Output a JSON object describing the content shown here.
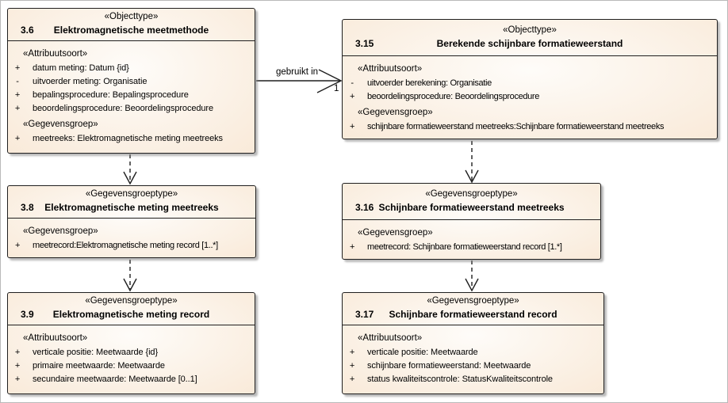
{
  "diagram": {
    "colors": {
      "box_fill_light": "#fefcf9",
      "box_fill_dark": "#f4dfcb",
      "border": "#1f1f1f",
      "shadow": "#828282"
    },
    "connector": {
      "label": "gebruikt in",
      "multiplicity": "1"
    },
    "boxes": [
      {
        "stereotype": "«Objecttype»",
        "number": "3.6",
        "title": "Elektromagnetische meetmethode",
        "sections": [
          {
            "label": "«Attribuutsoort»",
            "attrs": [
              {
                "vis": "+",
                "text": "datum meting: Datum {id}"
              },
              {
                "vis": "-",
                "text": "uitvoerder meting: Organisatie"
              },
              {
                "vis": "+",
                "text": "bepalingsprocedure: Bepalingsprocedure"
              },
              {
                "vis": "+",
                "text": "beoordelingsprocedure: Beoordelingsprocedure"
              }
            ]
          },
          {
            "label": "«Gegevensgroep»",
            "attrs": [
              {
                "vis": "+",
                "text": "meetreeks: Elektromagnetische meting meetreeks"
              }
            ]
          }
        ]
      },
      {
        "stereotype": "«Objecttype»",
        "number": "3.15",
        "title": "Berekende schijnbare formatieweerstand",
        "sections": [
          {
            "label": "«Attribuutsoort»",
            "attrs": [
              {
                "vis": "-",
                "text": "uitvoerder berekening: Organisatie"
              },
              {
                "vis": "+",
                "text": "beoordelingsprocedure: Beoordelingsprocedure"
              }
            ]
          },
          {
            "label": "«Gegevensgroep»",
            "attrs": [
              {
                "vis": "+",
                "text": "schijnbare formatieweerstand meetreeks:Schijnbare formatieweerstand meetreeks"
              }
            ]
          }
        ]
      },
      {
        "stereotype": "«Gegevensgroeptype»",
        "number": "3.8",
        "title": "Elektromagnetische meting meetreeks",
        "sections": [
          {
            "label": "«Gegevensgroep»",
            "attrs": [
              {
                "vis": "+",
                "text": "meetrecord:Elektromagnetische meting record [1..*]"
              }
            ]
          }
        ]
      },
      {
        "stereotype": "«Gegevensgroeptype»",
        "number": "3.16",
        "title": "Schijnbare formatieweerstand meetreeks",
        "sections": [
          {
            "label": "«Gegevensgroep»",
            "attrs": [
              {
                "vis": "+",
                "text": "meetrecord: Schijnbare formatieweerstand record [1.*]"
              }
            ]
          }
        ]
      },
      {
        "stereotype": "«Gegevensgroeptype»",
        "number": "3.9",
        "title": "Elektromagnetische meting record",
        "sections": [
          {
            "label": "«Attribuutsoort»",
            "attrs": [
              {
                "vis": "+",
                "text": "verticale positie: Meetwaarde {id}"
              },
              {
                "vis": "+",
                "text": "primaire meetwaarde: Meetwaarde"
              },
              {
                "vis": "+",
                "text": "secundaire meetwaarde: Meetwaarde [0..1]"
              }
            ]
          }
        ]
      },
      {
        "stereotype": "«Gegevensgroeptype»",
        "number": "3.17",
        "title": "Schijnbare formatieweerstand record",
        "sections": [
          {
            "label": "«Attribuutsoort»",
            "attrs": [
              {
                "vis": "+",
                "text": "verticale positie: Meetwaarde"
              },
              {
                "vis": "+",
                "text": "schijnbare formatieweerstand: Meetwaarde"
              },
              {
                "vis": "+",
                "text": "status kwaliteitscontrole: StatusKwaliteitscontrole"
              }
            ]
          }
        ]
      }
    ]
  }
}
